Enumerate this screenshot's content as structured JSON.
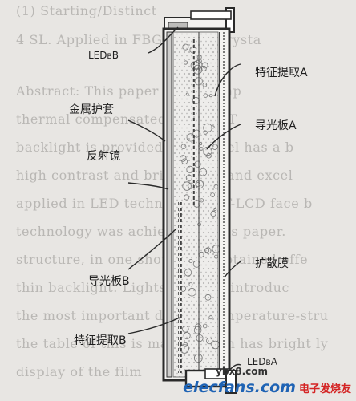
{
  "background_text": [
    "(1) Starting/Distinct",
    "4 SL. Applied in FBG Liquid Crysta",
    "Abstract: This paper is the temp",
    "thermal compensated display. T",
    "backlight is provided by a panel has a b",
    "high contrast and brightness, and excel",
    "applied in LED technology TFT-LCD face b",
    "technology was achieved in this paper.",
    "structure, in one shot it will obtained effe",
    "thin backlight. Lights are also introduc",
    "the most important display temperature-stru",
    "the table of this is made, which has bright ly",
    "display of the film"
  ],
  "labels": {
    "led_b": "LED",
    "led_b_sub": "B",
    "led_b_suffix": "B",
    "feature_extract_a": "特征提取A",
    "metal_sleeve": "金属护套",
    "light_guide_a": "导光板A",
    "reflector": "反射镜",
    "diffuser": "扩散膜",
    "light_guide_b": "导光板B",
    "feature_extract_b": "特征提取B",
    "led_a": "LED",
    "led_a_sub": "B",
    "led_a_suffix": "A"
  },
  "watermark": {
    "site": "ybx8.com",
    "brand": "elecfans.com",
    "cn": "电子发烧友"
  },
  "colors": {
    "ink": "#2a2a2a",
    "paper": "#e8e6e3",
    "brand_blue": "#1f63b4",
    "brand_red": "#d42424"
  }
}
